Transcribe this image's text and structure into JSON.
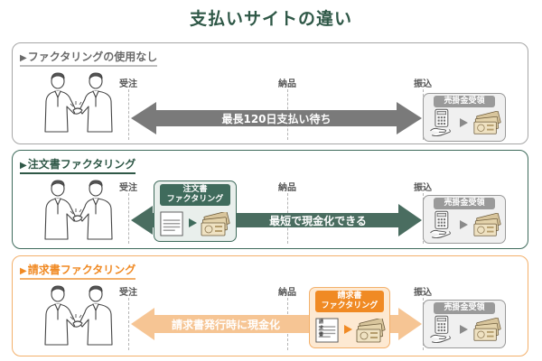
{
  "title": "支払いサイトの違い",
  "labels": {
    "order": "受注",
    "delivery": "納品",
    "payment": "振込"
  },
  "receivable_label": "売掛金受領",
  "invoice_doc_text": "請求書",
  "panels": [
    {
      "heading": "ファクタリングの使用なし",
      "arrow_text": "最長120日支払い待ち"
    },
    {
      "heading": "注文書ファクタリング",
      "box_title_line1": "注文書",
      "box_title_line2": "ファクタリング",
      "arrow_text": "最短で現金化できる"
    },
    {
      "heading": "請求書ファクタリング",
      "box_title_line1": "請求書",
      "box_title_line2": "ファクタリング",
      "arrow_text": "請求書発行時に現金化"
    }
  ],
  "colors": {
    "title": "#2f5847",
    "panel1_border": "#a6a6a6",
    "panel1_arrow": "#7a7a7a",
    "panel2_accent": "#3f6b5c",
    "panel3_accent": "#f08a24",
    "panel3_arrow": "#f6c594"
  },
  "icons": [
    "triangle-right-icon",
    "handshake-icon",
    "calculator-icon",
    "hand-icon",
    "money-icon",
    "document-icon",
    "arrow-right-icon"
  ]
}
